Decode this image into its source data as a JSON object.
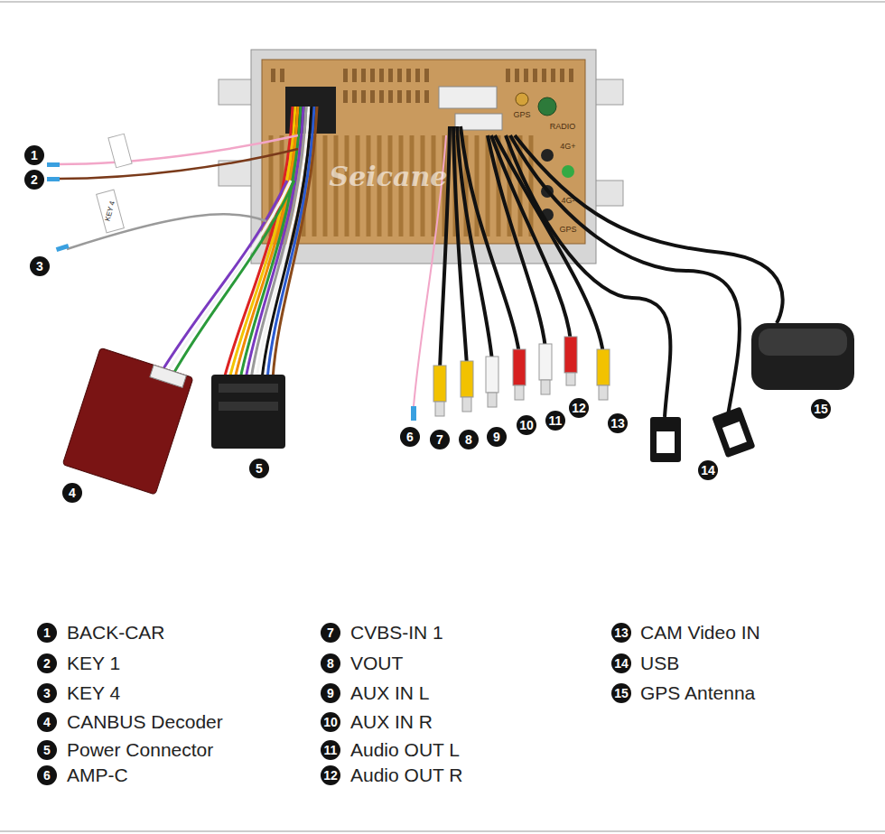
{
  "diagram": {
    "labels": [
      "1",
      "2",
      "3",
      "4",
      "5",
      "6",
      "7",
      "8",
      "9",
      "10",
      "11",
      "12",
      "13",
      "14",
      "15",
      "1",
      "BACK-CAR",
      "2",
      "KEY 1",
      "3",
      "KEY 4",
      "4",
      "CANBUS Decoder",
      "5",
      "Power Connector",
      "6",
      "AMP-C",
      "7",
      "CVBS-IN 1",
      "8",
      "VOUT",
      "9",
      "AUX IN L",
      "10",
      "AUX IN R",
      "11",
      "Audio OUT L",
      "12",
      "Audio OUT R",
      "13",
      "CAM Video IN",
      "14",
      "USB",
      "15",
      "GPS Antenna",
      "Seicane",
      "RADIO",
      "GPS",
      "4G+",
      "4G-",
      "GPS",
      "KEY 4"
    ]
  }
}
